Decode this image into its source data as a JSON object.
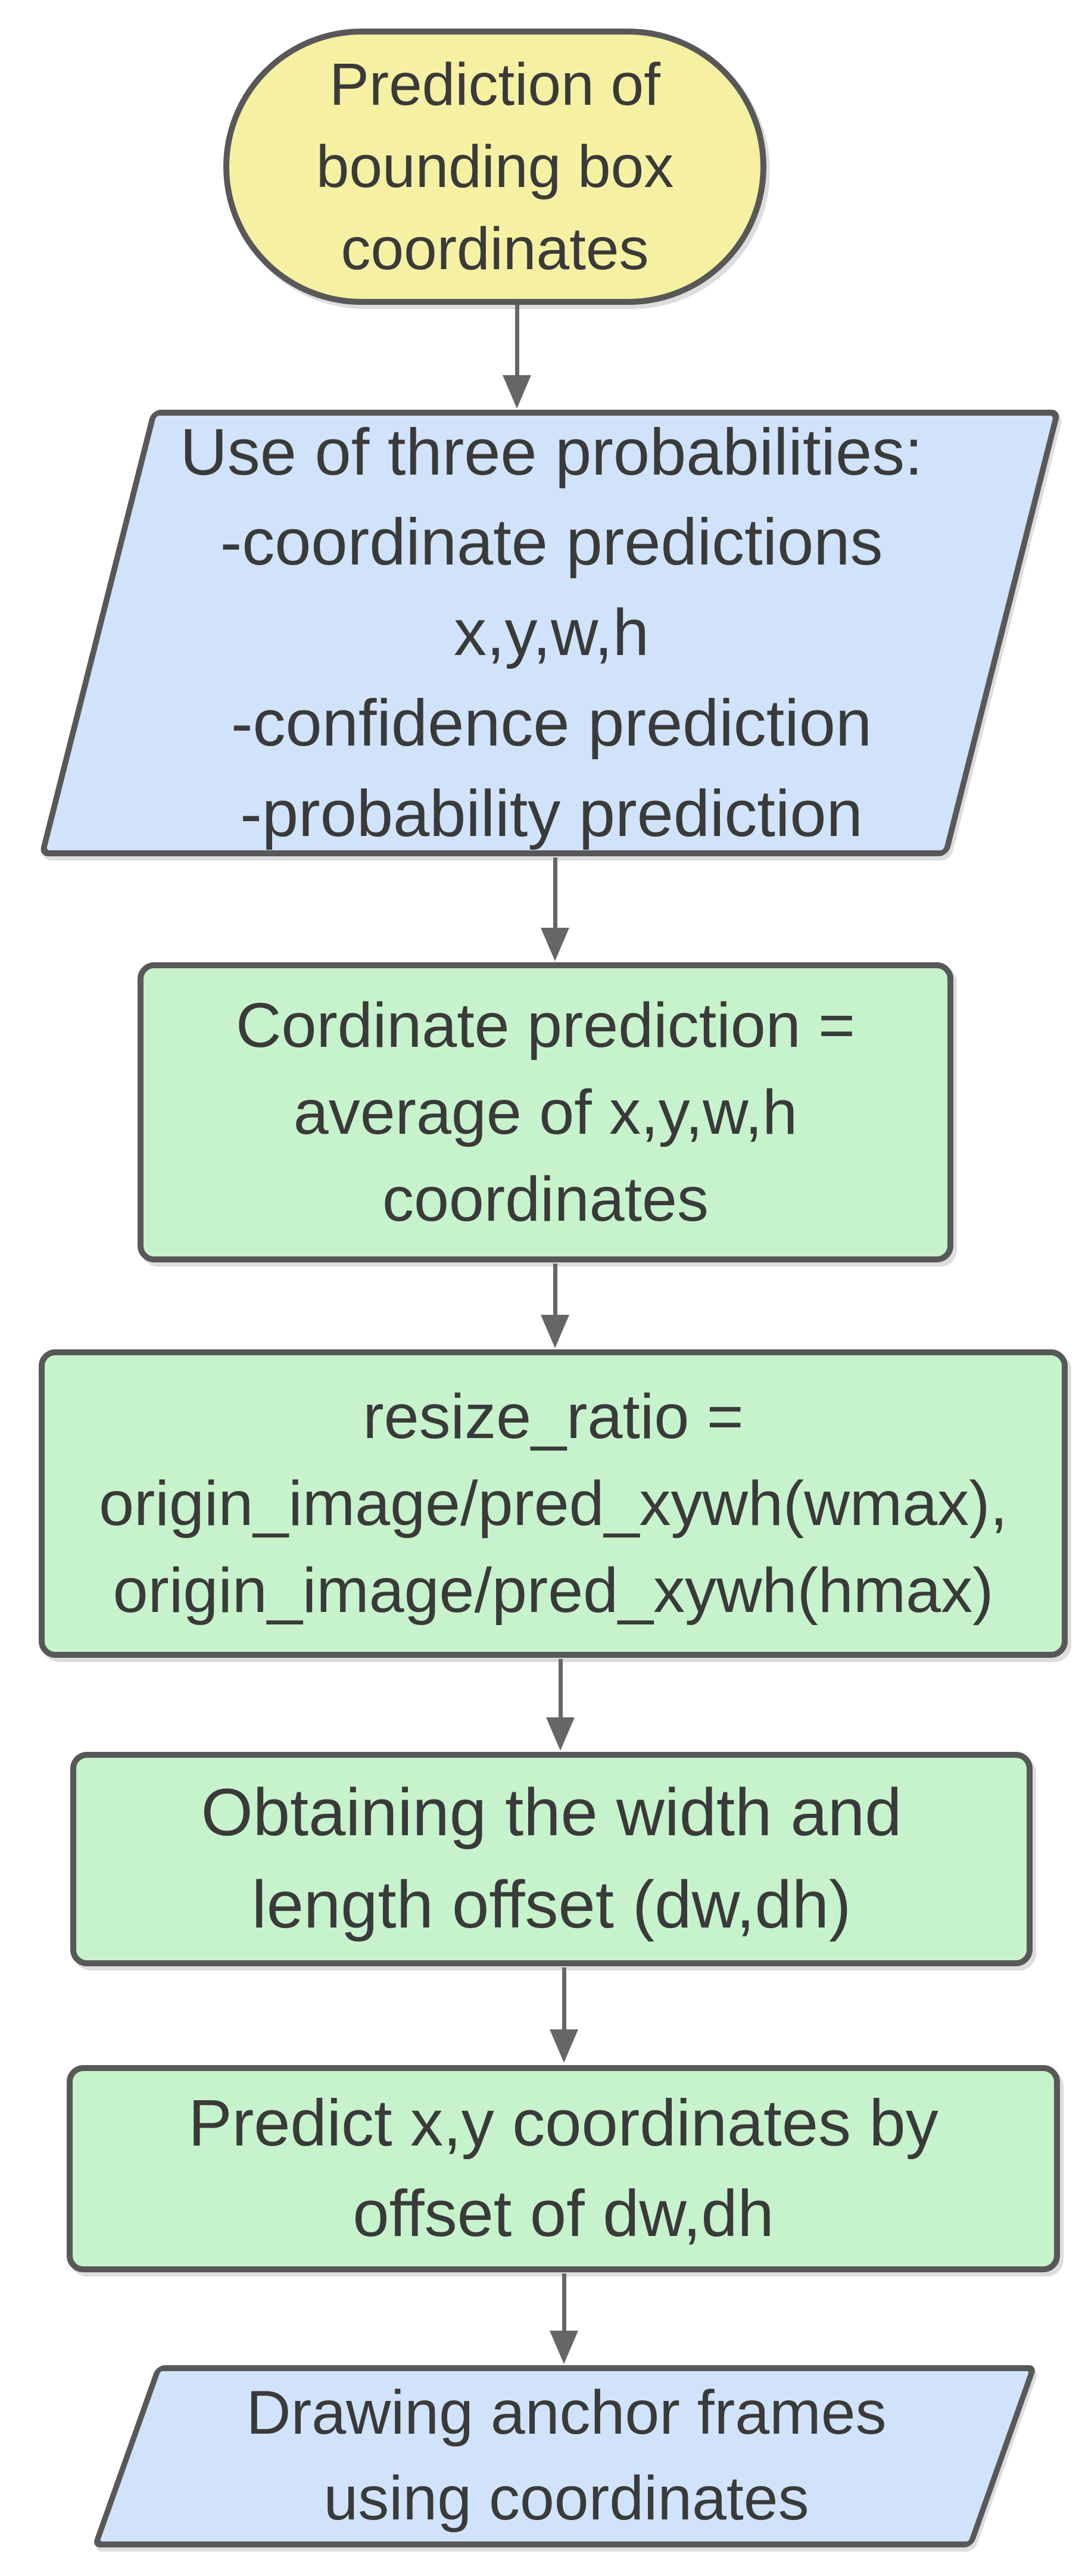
{
  "colors": {
    "yellow-fill": "#f6f1a2",
    "blue-fill": "#d0e3fa",
    "green-fill": "#c6f3cb",
    "border-color": "#585858",
    "arrow-color": "#666666",
    "text-color": "#3a3a3a",
    "shadow-color": "#00000022",
    "background": "#ffffff"
  },
  "nodes": [
    {
      "id": "start",
      "shape": "terminator",
      "fill": "yellow",
      "text": "Prediction of\nbounding box\ncoordinates"
    },
    {
      "id": "input-probabilities",
      "shape": "parallelogram",
      "fill": "blue",
      "text": "Use of three probabilities:\n-coordinate predictions\nx,y,w,h\n-confidence prediction\n-probability prediction"
    },
    {
      "id": "coordinate-prediction",
      "shape": "process",
      "fill": "green",
      "text": "Cordinate prediction =\naverage of x,y,w,h\ncoordinates"
    },
    {
      "id": "resize-ratio",
      "shape": "process",
      "fill": "green",
      "text": "resize_ratio =\norigin_image/pred_xywh(wmax),\norigin_image/pred_xywh(hmax)"
    },
    {
      "id": "width-length-offset",
      "shape": "process",
      "fill": "green",
      "text": "Obtaining the width and\nlength offset (dw,dh)"
    },
    {
      "id": "predict-xy",
      "shape": "process",
      "fill": "green",
      "text": "Predict x,y coordinates by\noffset of dw,dh"
    },
    {
      "id": "draw-anchor-frames",
      "shape": "parallelogram",
      "fill": "blue",
      "text": "Drawing anchor frames\nusing coordinates"
    }
  ],
  "connectors": [
    {
      "from": "start",
      "to": "input-probabilities"
    },
    {
      "from": "input-probabilities",
      "to": "coordinate-prediction"
    },
    {
      "from": "coordinate-prediction",
      "to": "resize-ratio"
    },
    {
      "from": "resize-ratio",
      "to": "width-length-offset"
    },
    {
      "from": "width-length-offset",
      "to": "predict-xy"
    },
    {
      "from": "predict-xy",
      "to": "draw-anchor-frames"
    }
  ]
}
